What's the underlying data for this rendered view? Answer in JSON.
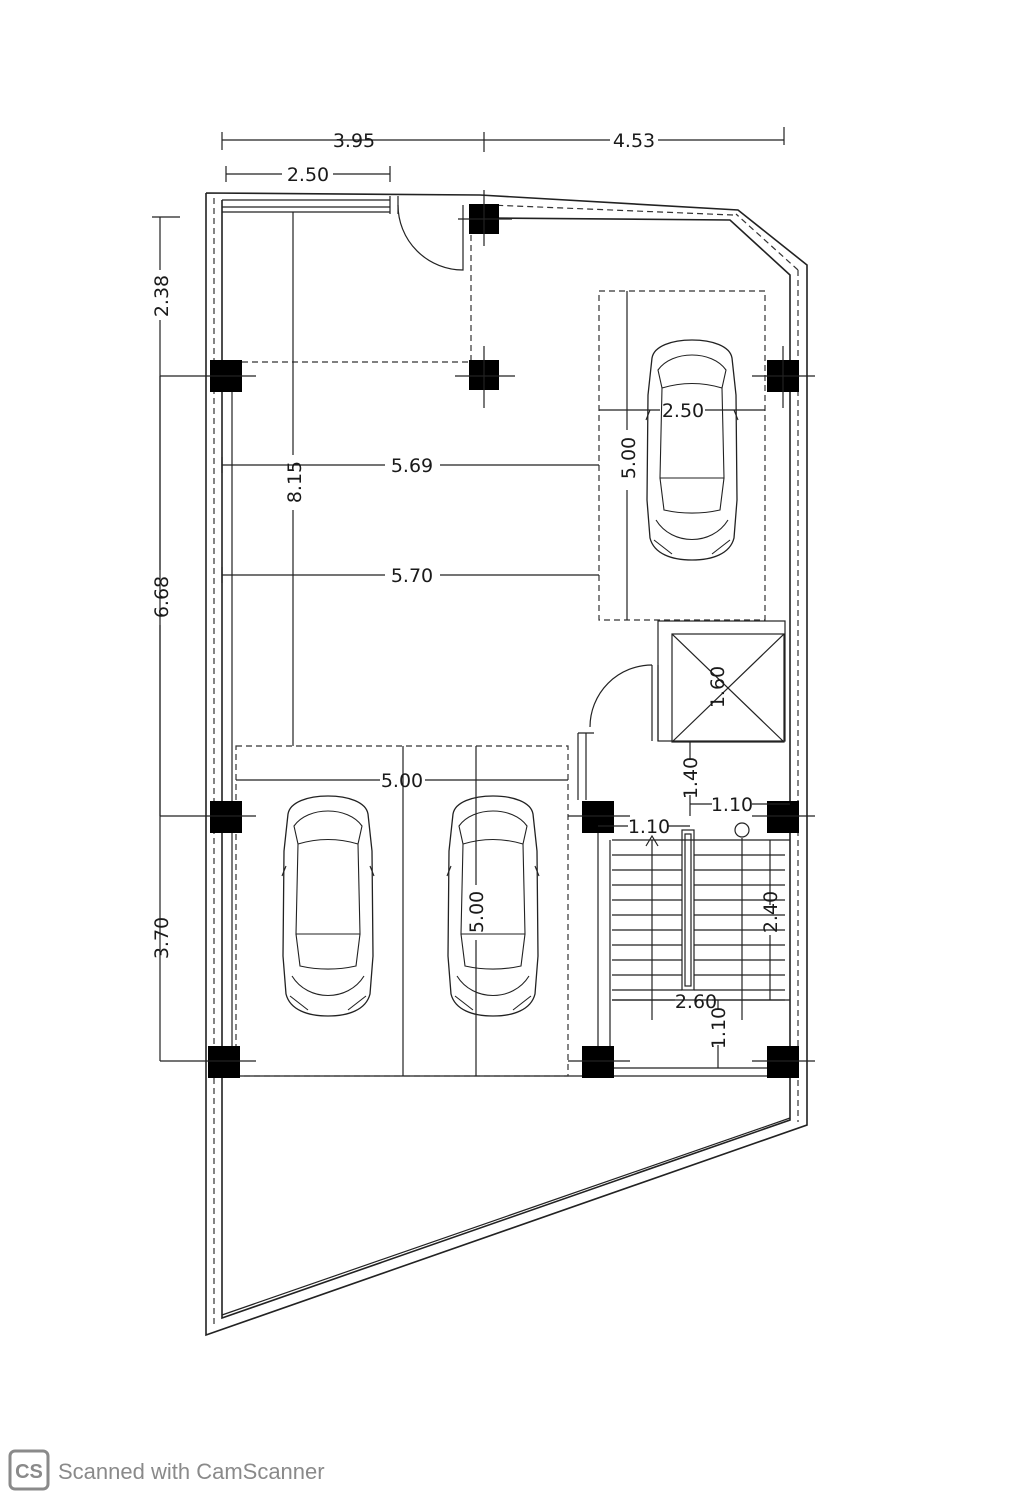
{
  "dimensions": {
    "top_left_width": "3.95",
    "top_right_width": "4.53",
    "entrance_width": "2.50",
    "left_segment_1": "2.38",
    "left_segment_2": "6.68",
    "left_segment_3": "3.70",
    "center_depth": "8.15",
    "aisle_width_1": "5.69",
    "aisle_width_2": "5.70",
    "right_space_width": "2.50",
    "right_space_length": "5.00",
    "elevator_size": "1.60",
    "bottom_spaces_width": "5.00",
    "bottom_space_length": "5.00",
    "stair_gap": "1.40",
    "stair_landing_right": "1.10",
    "stair_landing_left": "1.10",
    "stair_run": "2.40",
    "stair_width": "2.60",
    "stair_bottom": "1.10"
  },
  "watermark": {
    "logo": "CS",
    "text": "Scanned with CamScanner"
  }
}
